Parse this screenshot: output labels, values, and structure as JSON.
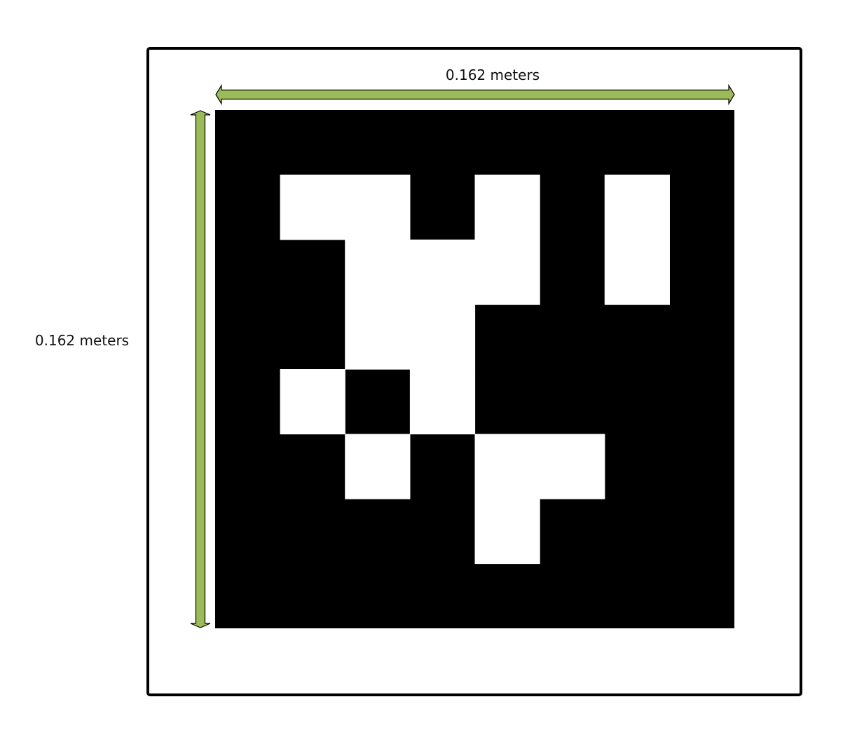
{
  "diagram": {
    "width_label": "0.162 meters",
    "height_label": "0.162 meters"
  },
  "marker": {
    "grid_size": 8,
    "white_cells": [
      [
        1,
        1
      ],
      [
        1,
        2
      ],
      [
        1,
        4
      ],
      [
        1,
        6
      ],
      [
        2,
        2
      ],
      [
        2,
        3
      ],
      [
        2,
        4
      ],
      [
        2,
        6
      ],
      [
        3,
        2
      ],
      [
        3,
        3
      ],
      [
        4,
        1
      ],
      [
        4,
        3
      ],
      [
        5,
        2
      ],
      [
        5,
        4
      ],
      [
        5,
        5
      ],
      [
        6,
        4
      ]
    ]
  },
  "colors": {
    "arrow_fill": "#9bbb59",
    "arrow_stroke": "#000000",
    "marker_background": "#000000",
    "marker_cell": "#ffffff",
    "frame_stroke": "#000000"
  }
}
